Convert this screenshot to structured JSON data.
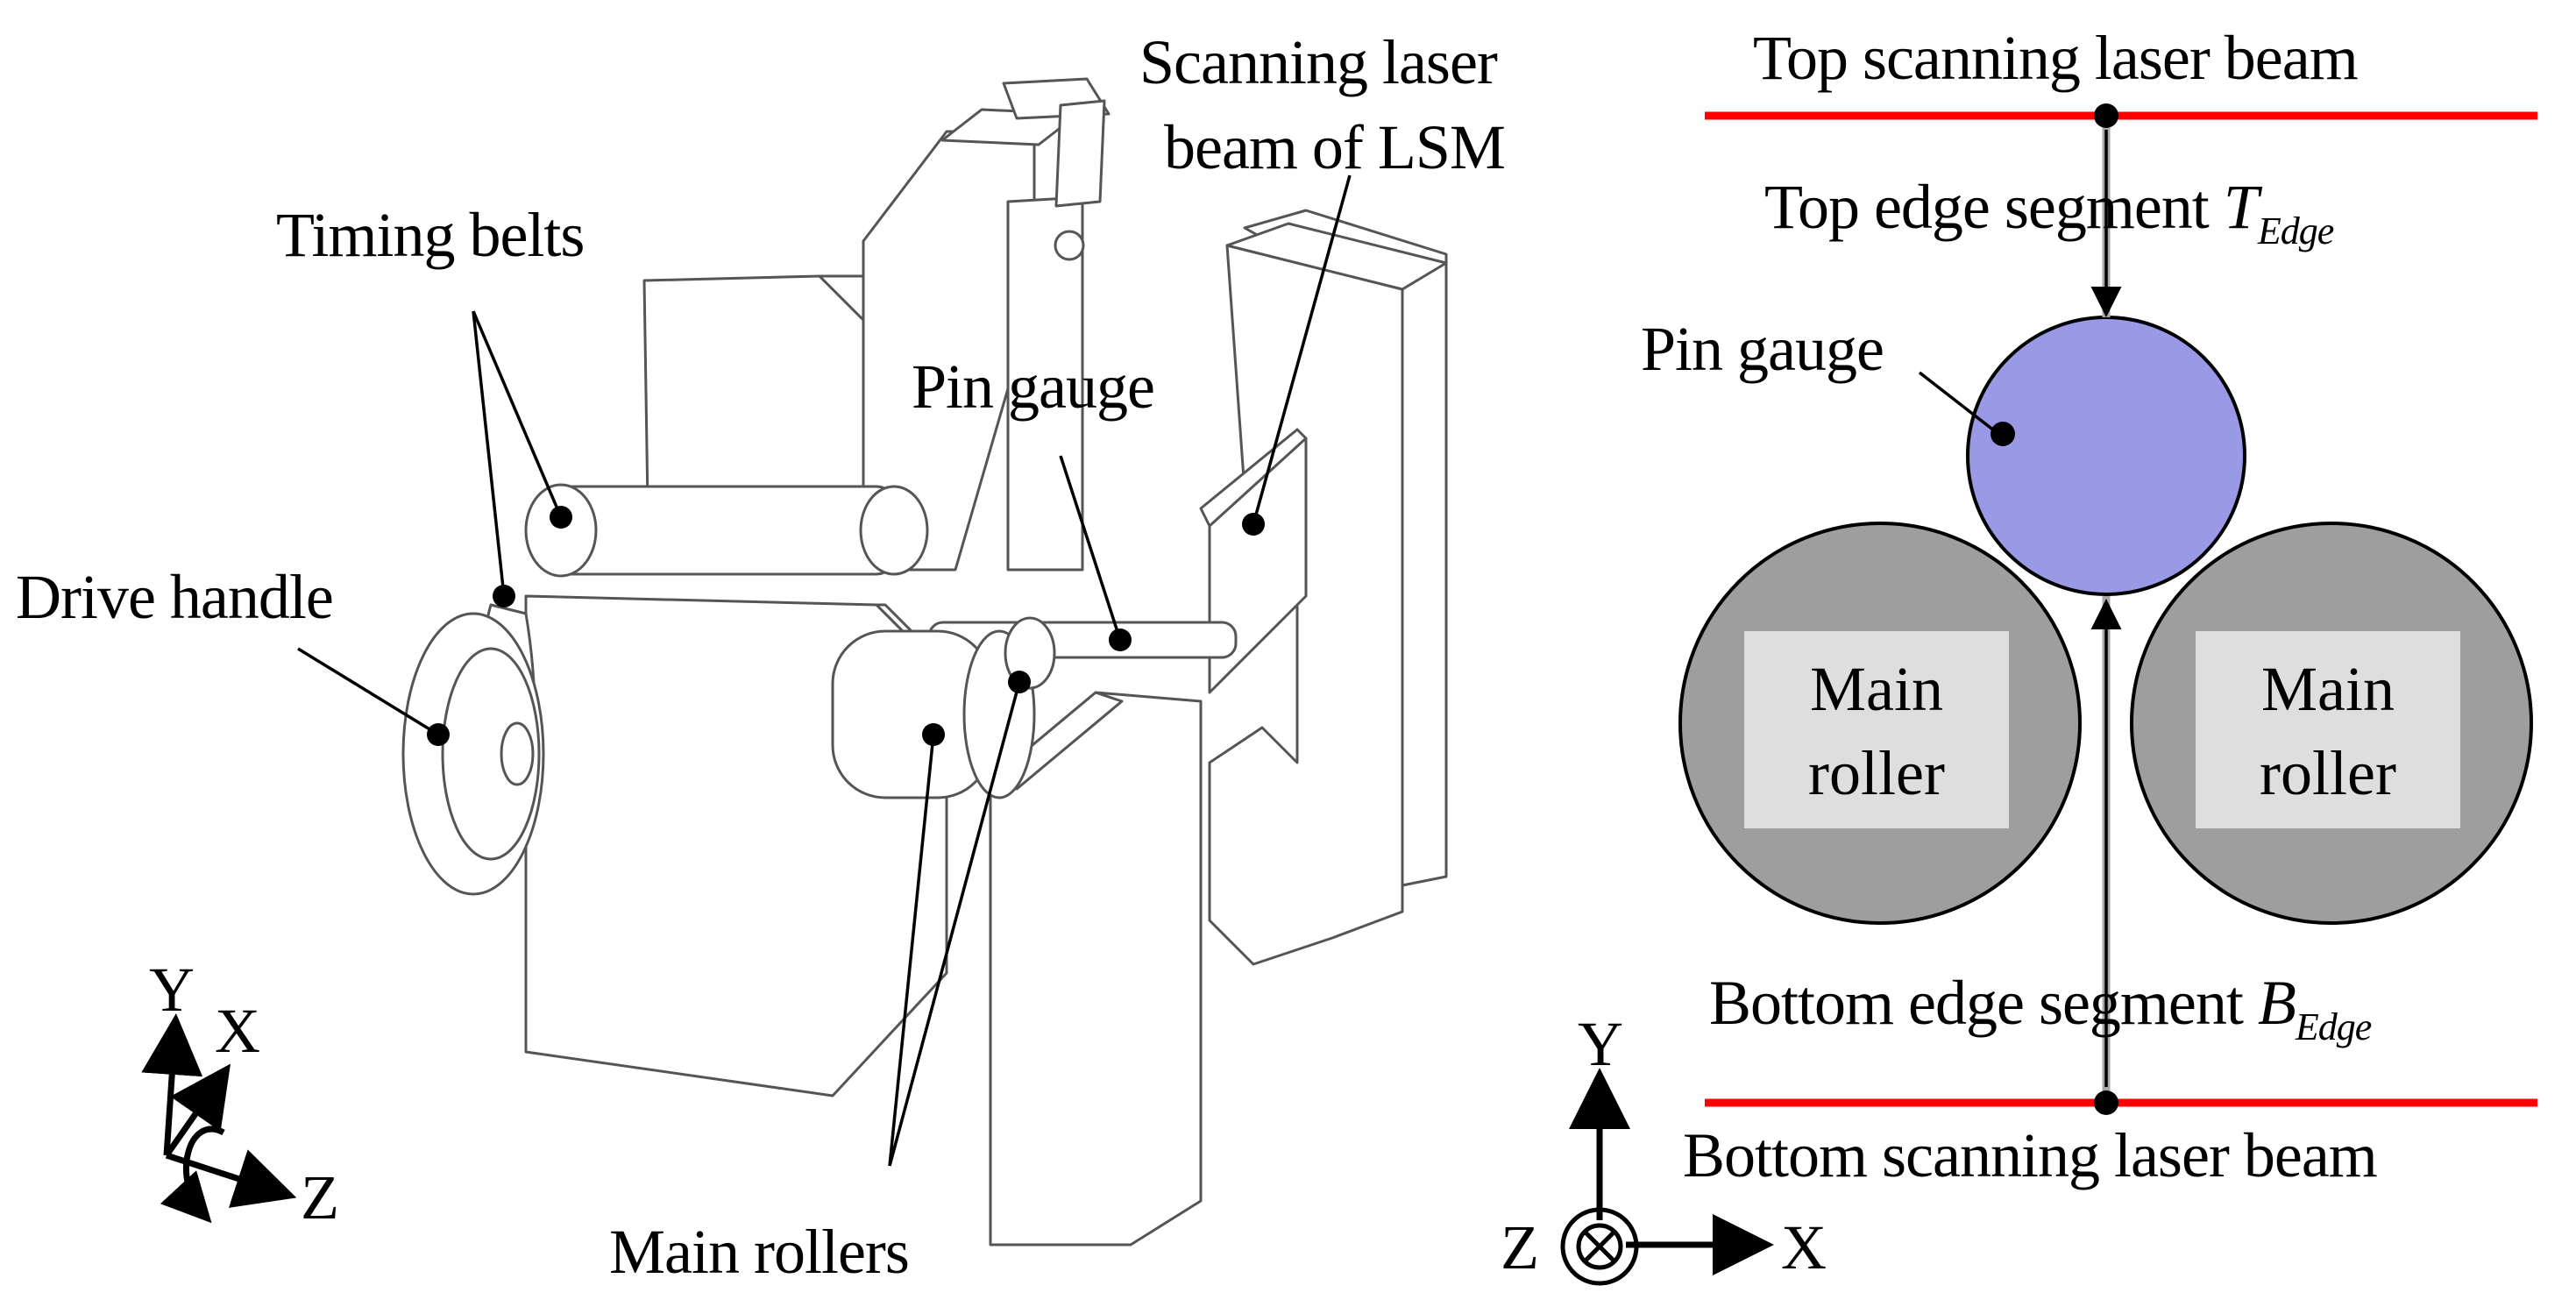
{
  "left_figure": {
    "labels": {
      "timing_belts": "Timing belts",
      "scanning_beam_line1": "Scanning laser",
      "scanning_beam_line2": "beam of LSM",
      "pin_gauge": "Pin gauge",
      "drive_handle": "Drive handle",
      "main_rollers": "Main rollers"
    },
    "axes": {
      "y": "Y",
      "x": "X",
      "z": "Z"
    }
  },
  "right_figure": {
    "labels": {
      "top_beam": "Top scanning laser beam",
      "top_edge_prefix": "Top edge segment ",
      "top_edge_symbol": "T",
      "top_edge_sub": "Edge",
      "pin_gauge": "Pin gauge",
      "main_roller_left_l1": "Main",
      "main_roller_left_l2": "roller",
      "main_roller_right_l1": "Main",
      "main_roller_right_l2": "roller",
      "bottom_edge_prefix": "Bottom edge segment ",
      "bottom_edge_symbol": "B",
      "bottom_edge_sub": "Edge",
      "bottom_beam": "Bottom scanning laser beam"
    },
    "axes": {
      "y": "Y",
      "x": "X",
      "z": "Z"
    }
  },
  "colors": {
    "laser": "#ff0000",
    "pin_gauge_fill": "#9999e6",
    "roller_fill": "#9e9e9e",
    "roller_label_box": "#dedede"
  }
}
